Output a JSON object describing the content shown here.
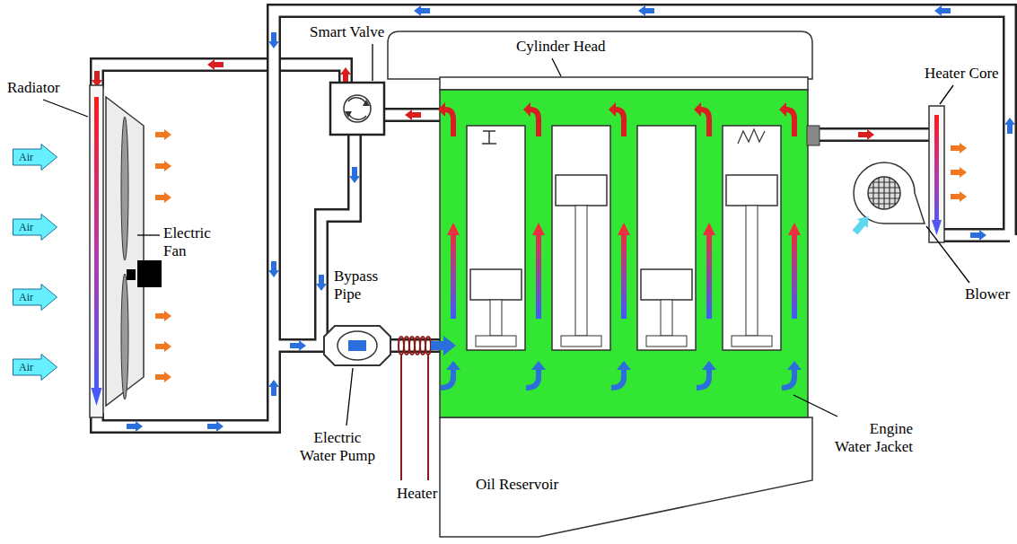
{
  "diagram": {
    "nodes": [
      {
        "text": [
          "Air"
        ]
      },
      {
        "text": [
          "Air"
        ]
      },
      {
        "text": [
          "Air"
        ]
      },
      {
        "text": [
          "Air"
        ]
      }
    ],
    "labels": [
      "Radiator",
      "Electric Fan",
      "Smart Valve",
      "Cylinder Head",
      "Bypass Pipe",
      "Electric Water Pump",
      "Heater",
      "Oil Reservoir",
      "Engine Water Jacket",
      "Heater Core",
      "Blower"
    ]
  }
}
